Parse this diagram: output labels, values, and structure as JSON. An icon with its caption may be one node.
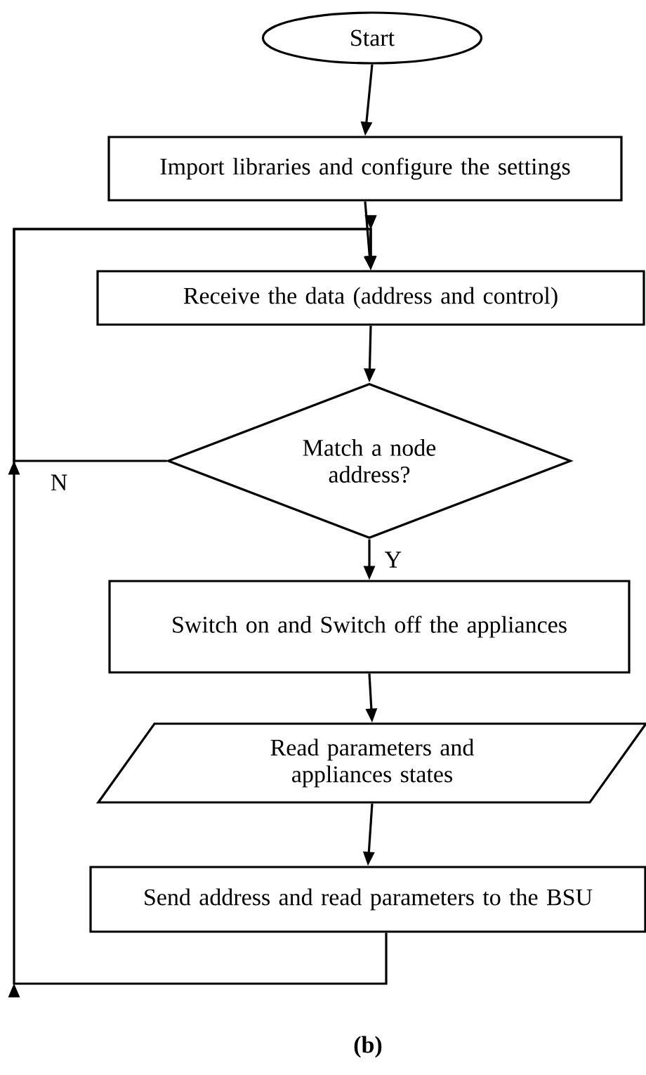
{
  "diagram": {
    "caption": "**(b)**",
    "nodes": [
      {
        "text": [
          "Start"
        ]
      },
      {
        "text": [
          "Import libraries and configure the settings"
        ]
      },
      {
        "text": [
          "Receive the data (address and control)"
        ]
      },
      {
        "text": [
          "Match a node address?"
        ]
      },
      {
        "text": [
          "Switch on and Switch off the appliances"
        ]
      },
      {
        "text": [
          "Read parameters and appliances states"
        ]
      },
      {
        "text": [
          "Send address and read parameters to the BSU"
        ]
      }
    ],
    "edges": [
      {
        "from": 0,
        "to": 1,
        "arrow": "to"
      },
      {
        "from": 1,
        "to": 2,
        "arrow": "to"
      },
      {
        "from": 2,
        "to": 3,
        "arrow": "to"
      },
      {
        "from": 3,
        "to": 4,
        "arrow": "to",
        "label": "Y"
      },
      {
        "from": 4,
        "to": 5,
        "arrow": "to"
      },
      {
        "from": 5,
        "to": 6,
        "arrow": "to"
      },
      {
        "from": 3,
        "to": 2,
        "arrow": "to",
        "label": "N"
      },
      {
        "from": 6,
        "to": 2,
        "arrow": "to"
      }
    ]
  }
}
